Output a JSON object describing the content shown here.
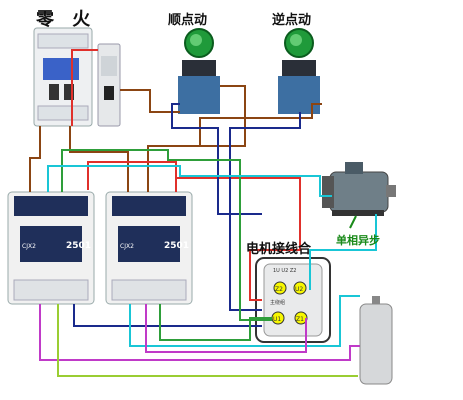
{
  "labels": {
    "zero_fire": "零 火",
    "forward_button": "顺点动",
    "reverse_button": "逆点动",
    "motor_terminal": "电机接线合",
    "single_phase_motor": "单相异步"
  },
  "contactors": [
    {
      "model": "2501",
      "brand": "CJX2"
    },
    {
      "model": "2501",
      "brand": "CJX2"
    }
  ],
  "terminals": {
    "z2": "Z2",
    "u2": "U2",
    "u1": "U1",
    "z1": "Z1",
    "top": "1U  U2  Z2",
    "mid": "主绕组"
  },
  "colors": {
    "brown": "#8b4513",
    "red": "#e0302b",
    "dark_blue": "#1a2a8c",
    "green": "#2e9e3a",
    "cyan": "#19c6d6",
    "purple": "#c03ac8",
    "yellow_green": "#9acd32",
    "device_blue": "#1f2f5a"
  }
}
